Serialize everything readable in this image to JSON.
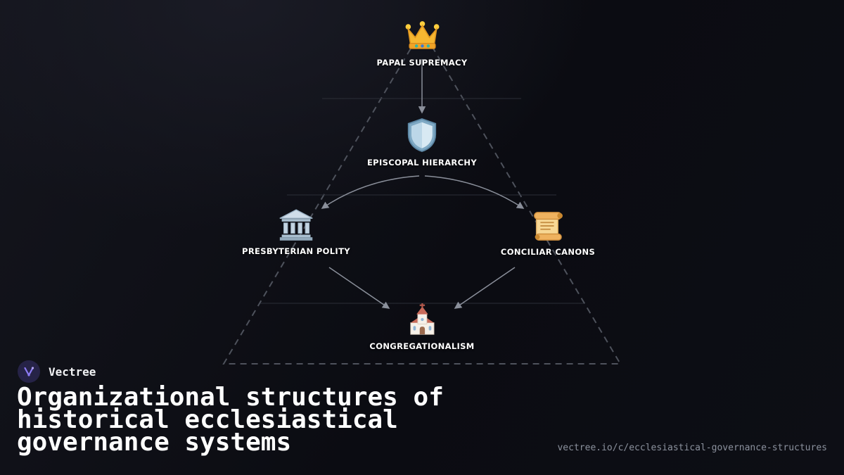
{
  "brand": {
    "name": "Vectree",
    "logo_icon": "vectree-logo-icon",
    "logo_bg_color": "#262347",
    "logo_accent_color": "#8d7bf5"
  },
  "heading": {
    "title": "Organizational structures of historical ecclesiastical governance systems",
    "lines": [
      "Organizational structures of",
      "historical ecclesiastical",
      "governance systems"
    ]
  },
  "footer": {
    "url": "vectree.io/c/ecclesiastical-governance-structures"
  },
  "diagram": {
    "type": "hierarchy-triangle",
    "nodes": [
      {
        "label": "PAPAL SUPREMACY",
        "icon": "crown-icon"
      },
      {
        "label": "EPISCOPAL HIERARCHY",
        "icon": "shield-icon"
      },
      {
        "label": "PRESBYTERIAN POLITY",
        "icon": "temple-icon"
      },
      {
        "label": "CONCILIAR CANONS",
        "icon": "scroll-icon"
      },
      {
        "label": "CONGREGATIONALISM",
        "icon": "church-icon"
      }
    ],
    "edges": [
      {
        "from": "PAPAL SUPREMACY",
        "to": "EPISCOPAL HIERARCHY"
      },
      {
        "from": "EPISCOPAL HIERARCHY",
        "to": "PRESBYTERIAN POLITY"
      },
      {
        "from": "EPISCOPAL HIERARCHY",
        "to": "CONCILIAR CANONS"
      },
      {
        "from": "PRESBYTERIAN POLITY",
        "to": "CONGREGATIONALISM"
      },
      {
        "from": "CONCILIAR CANONS",
        "to": "CONGREGATIONALISM"
      }
    ],
    "colors": {
      "label_text": "#ffffff",
      "arrow": "#8a8f9a",
      "triangle_dash": "#4e525c",
      "level_line": "#2b2e37",
      "background": "#0d0e15"
    }
  }
}
